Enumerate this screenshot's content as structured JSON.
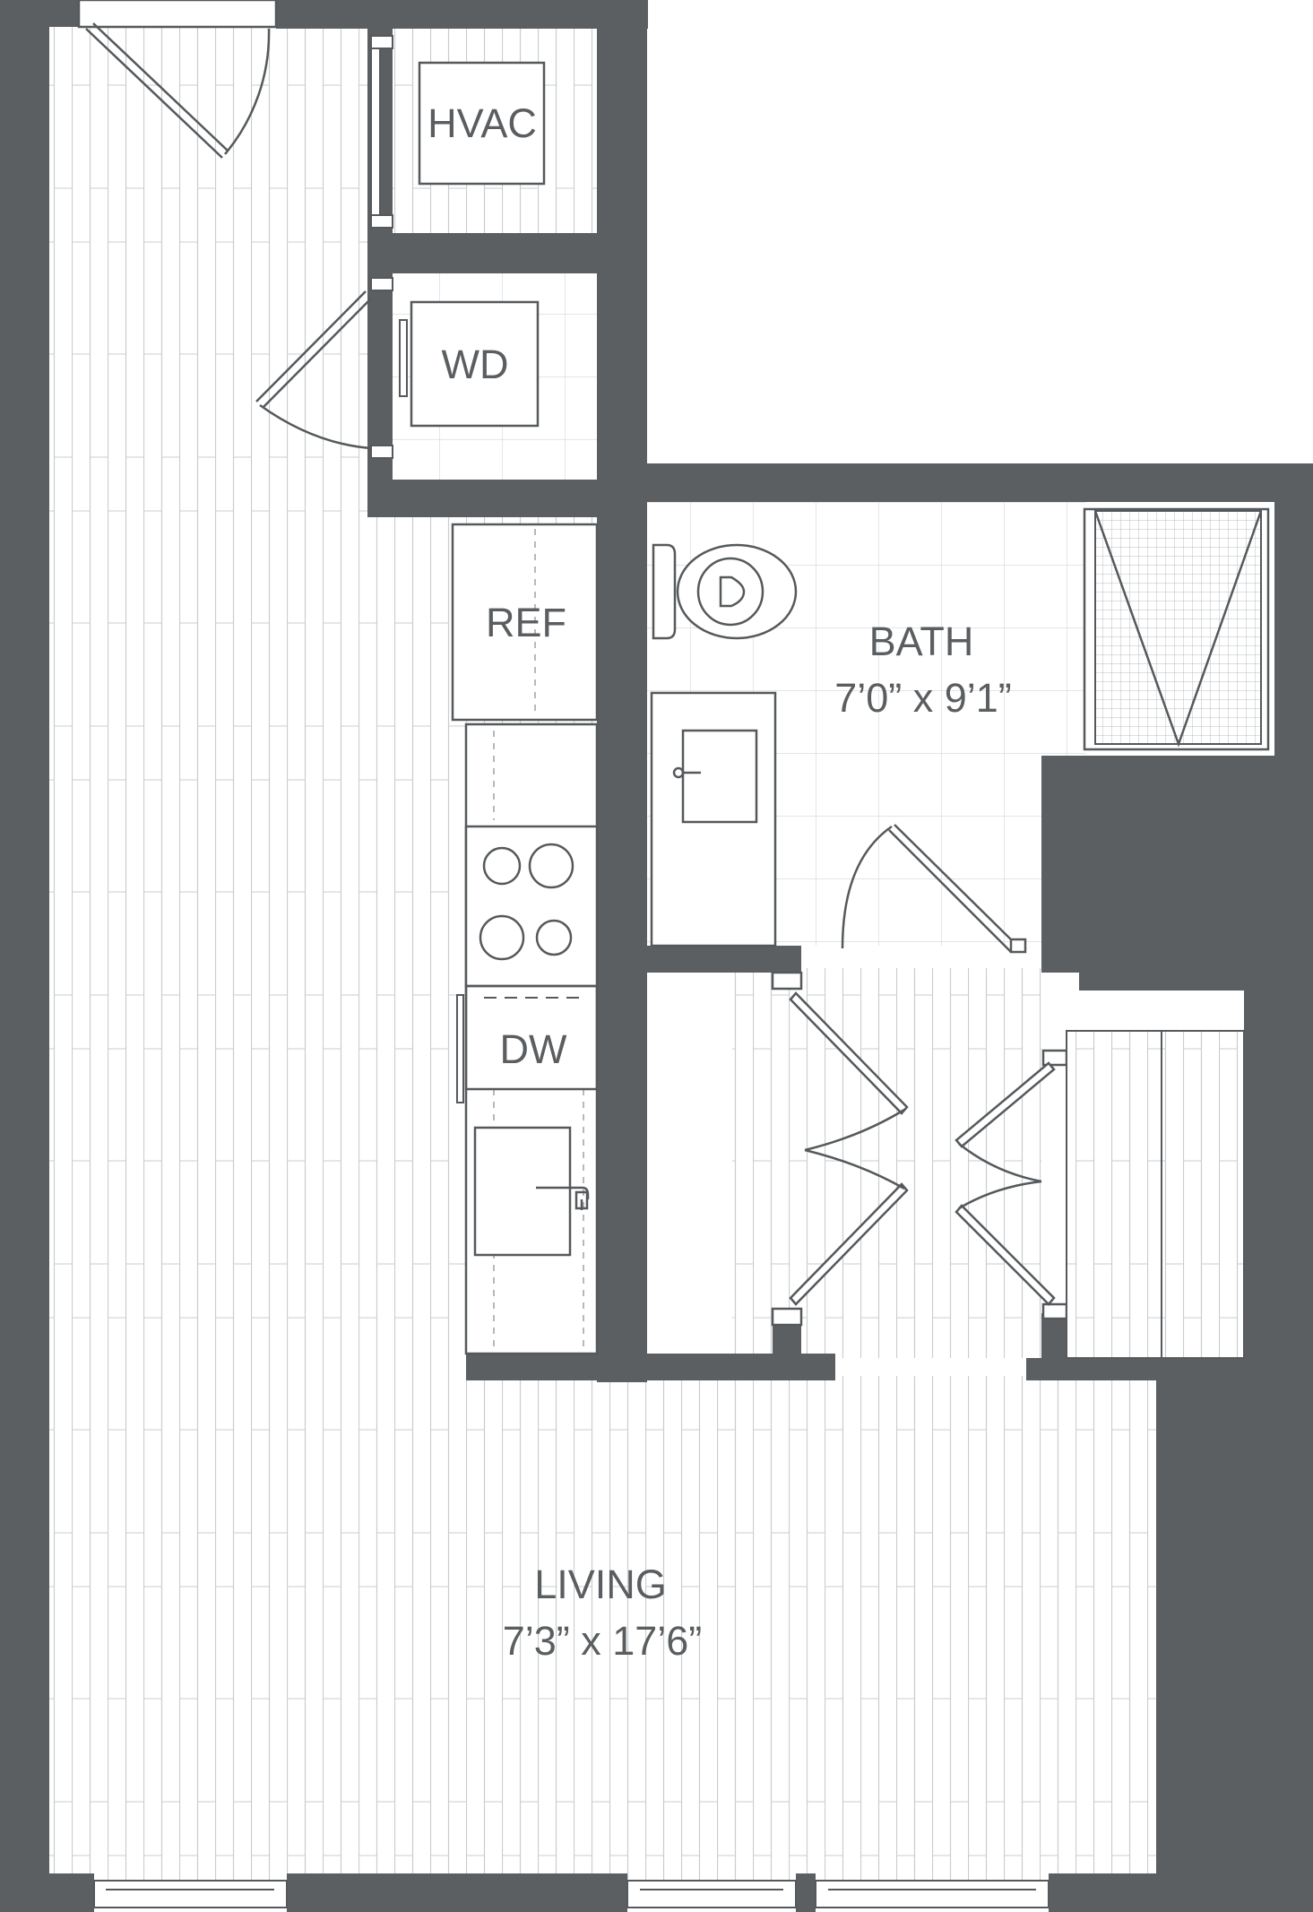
{
  "colors": {
    "wall": "#5b5f61",
    "floor": "#ffffff",
    "plank_line": "#c9cdcf",
    "fixture_line": "#55595b",
    "label": "#5a5e60"
  },
  "rooms": {
    "hvac": {
      "name": "HVAC"
    },
    "wd": {
      "name": "WD"
    },
    "ref": {
      "name": "REF"
    },
    "dw": {
      "name": "DW"
    },
    "bath": {
      "name": "BATH",
      "dimensions": "7’0” x 9’1”"
    },
    "living": {
      "name": "LIVING",
      "dimensions": "7’3” x 17’6”"
    }
  },
  "icons": {
    "toilet": "toilet-icon",
    "vanity_sink": "bath-sink-icon",
    "kitchen_sink": "kitchen-sink-icon",
    "cooktop": "cooktop-icon",
    "shower": "shower-icon",
    "doors": "door-swing-icon"
  }
}
